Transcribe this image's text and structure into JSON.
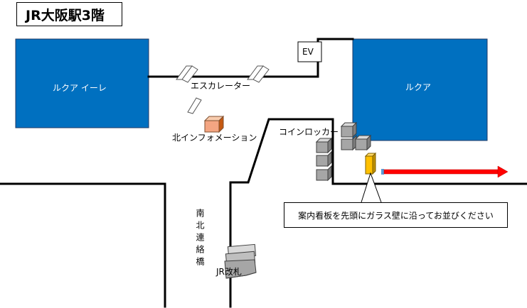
{
  "title": "JR大阪駅3階",
  "labels": {
    "lucua_1100": "ルクア イーレ",
    "lucua": "ルクア",
    "ev": "EV",
    "escalator": "エスカレーター",
    "north_info": "北インフォメーション",
    "coin_locker": "コインロッカー",
    "north_south_bridge": "南北連絡橋",
    "jr_gate": "JR改札"
  },
  "notice": "案内看板を先頭にガラス壁に沿ってお並びください",
  "colors": {
    "building_blue": "#0070C0",
    "info_orange": "#F4A582",
    "locker_gray": "#A6A6A6",
    "sign_yellow": "#FFC000",
    "arrow_red": "#FF0000"
  },
  "icons": [
    "escalator-icon",
    "information-counter-icon",
    "coin-locker-icon",
    "guide-sign-icon",
    "queue-direction-arrow",
    "ticket-gate-icon",
    "elevator-icon"
  ]
}
